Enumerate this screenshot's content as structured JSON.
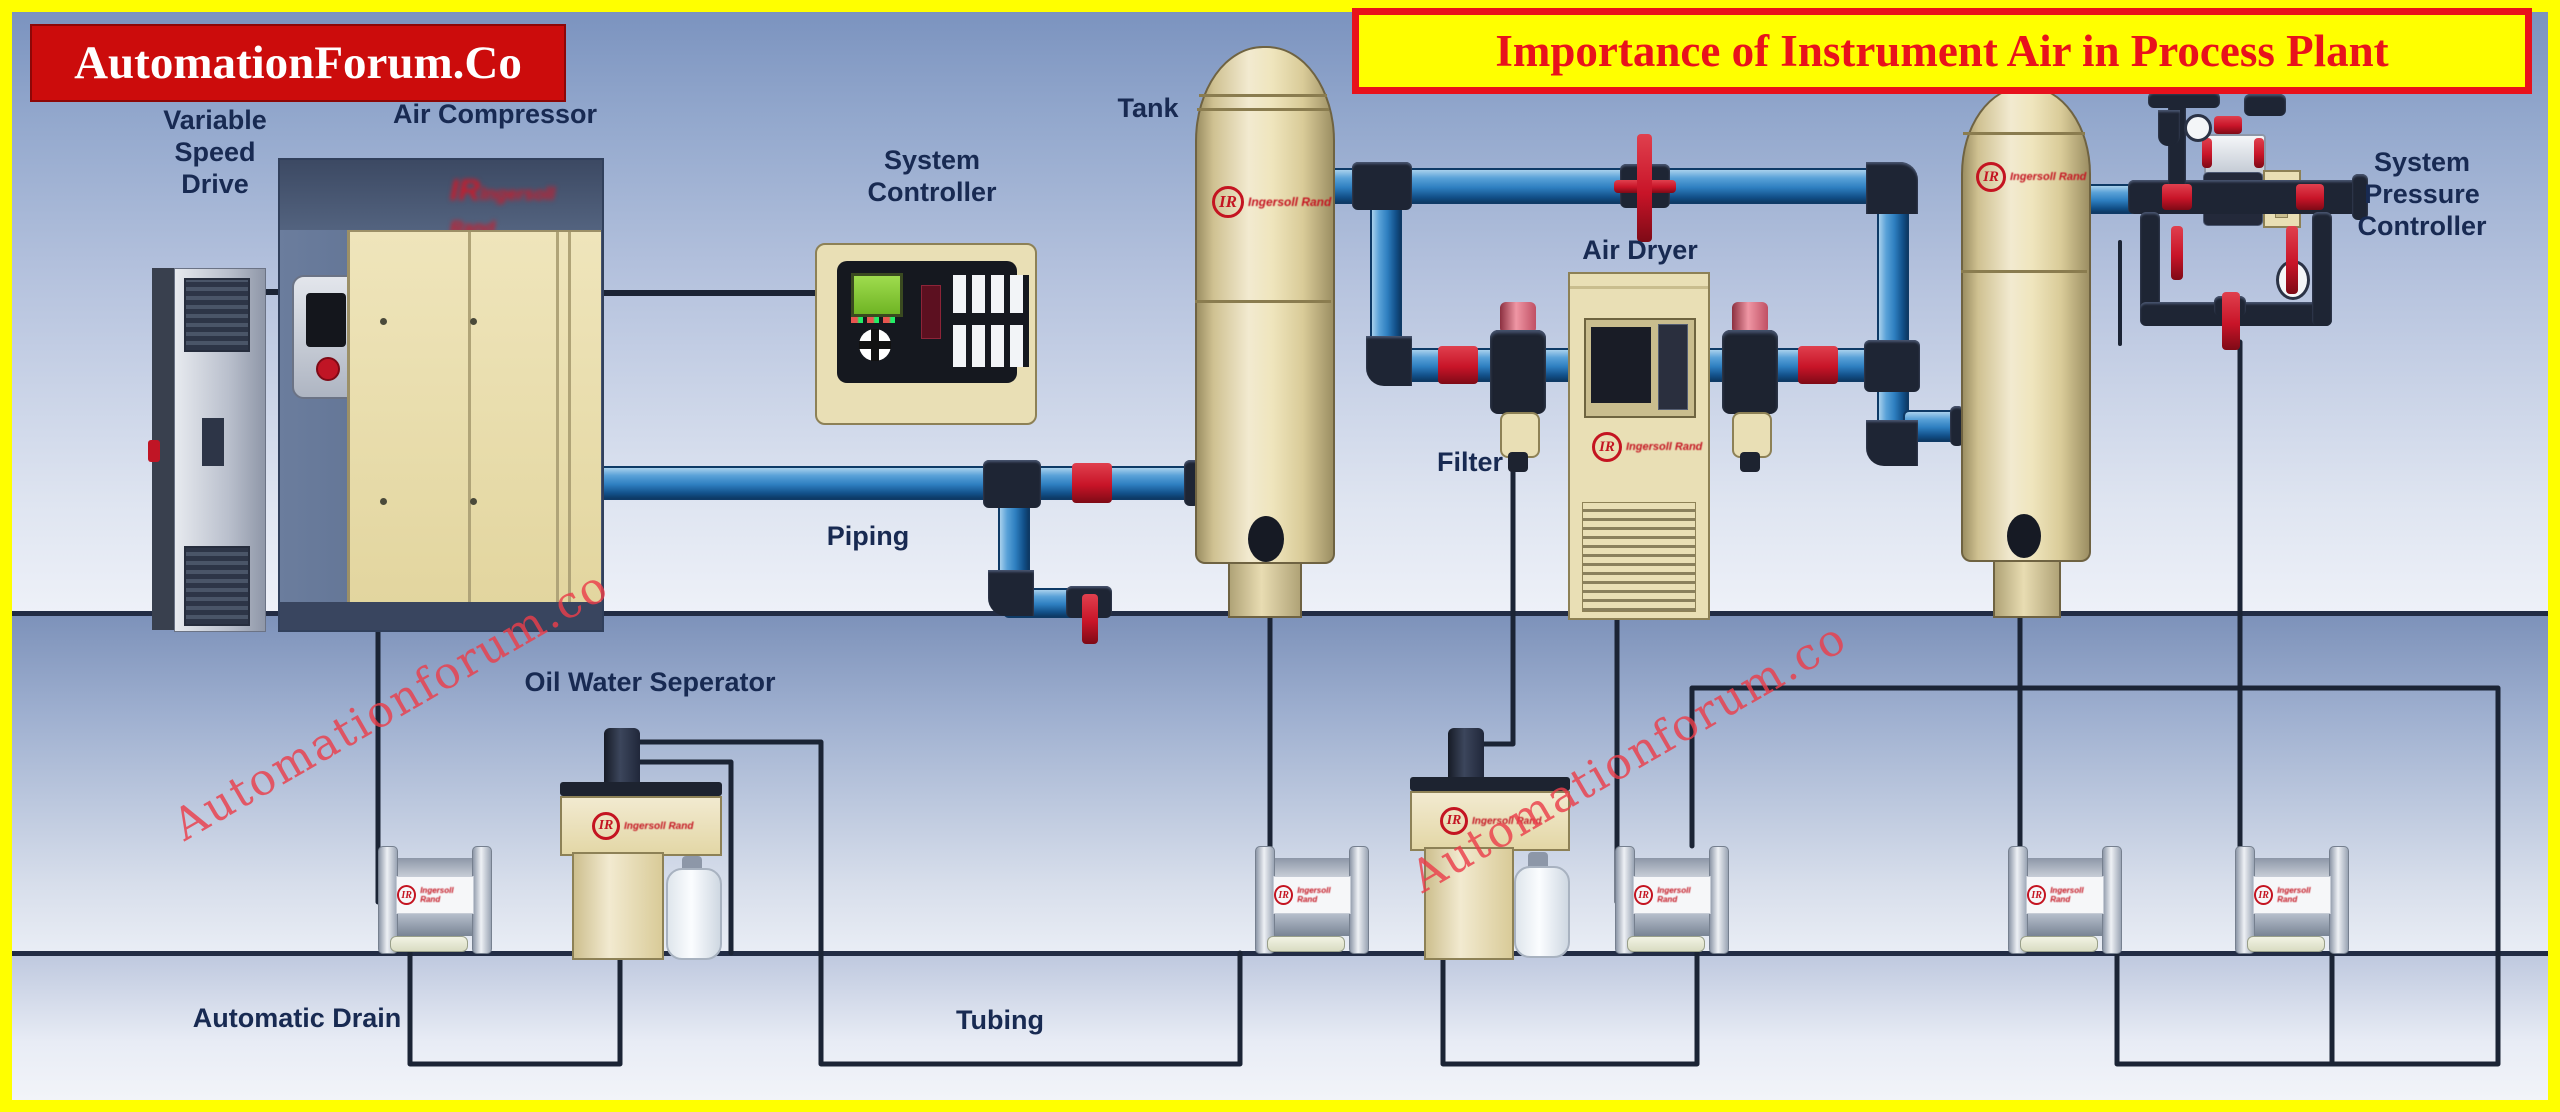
{
  "banners": {
    "logo": "AutomationForum.Co",
    "title": "Importance of Instrument Air in Process Plant"
  },
  "labels": {
    "vsd": [
      "Variable",
      "Speed",
      "Drive"
    ],
    "air_compressor": "Air Compressor",
    "system_controller": [
      "System",
      "Controller"
    ],
    "tank": "Tank",
    "air_dryer": "Air Dryer",
    "filter": "Filter",
    "system_pressure_controller": [
      "System",
      "Pressure",
      "Controller"
    ],
    "piping": "Piping",
    "oil_water_separator": "Oil Water Seperator",
    "automatic_drain": "Automatic Drain",
    "tubing": "Tubing"
  },
  "watermark": {
    "text": "Automationforum.co"
  },
  "brand": {
    "ir": "IR",
    "name": "Ingersoll Rand"
  },
  "colors": {
    "banner_red": "#cc0c0c",
    "banner_yellow": "#ffff00",
    "title_red": "#e8121c",
    "pipe_blue": "#2e7fc0",
    "label_navy": "#182a52",
    "equipment_cream": "#e9dfb5",
    "valve_red": "#c81428"
  }
}
